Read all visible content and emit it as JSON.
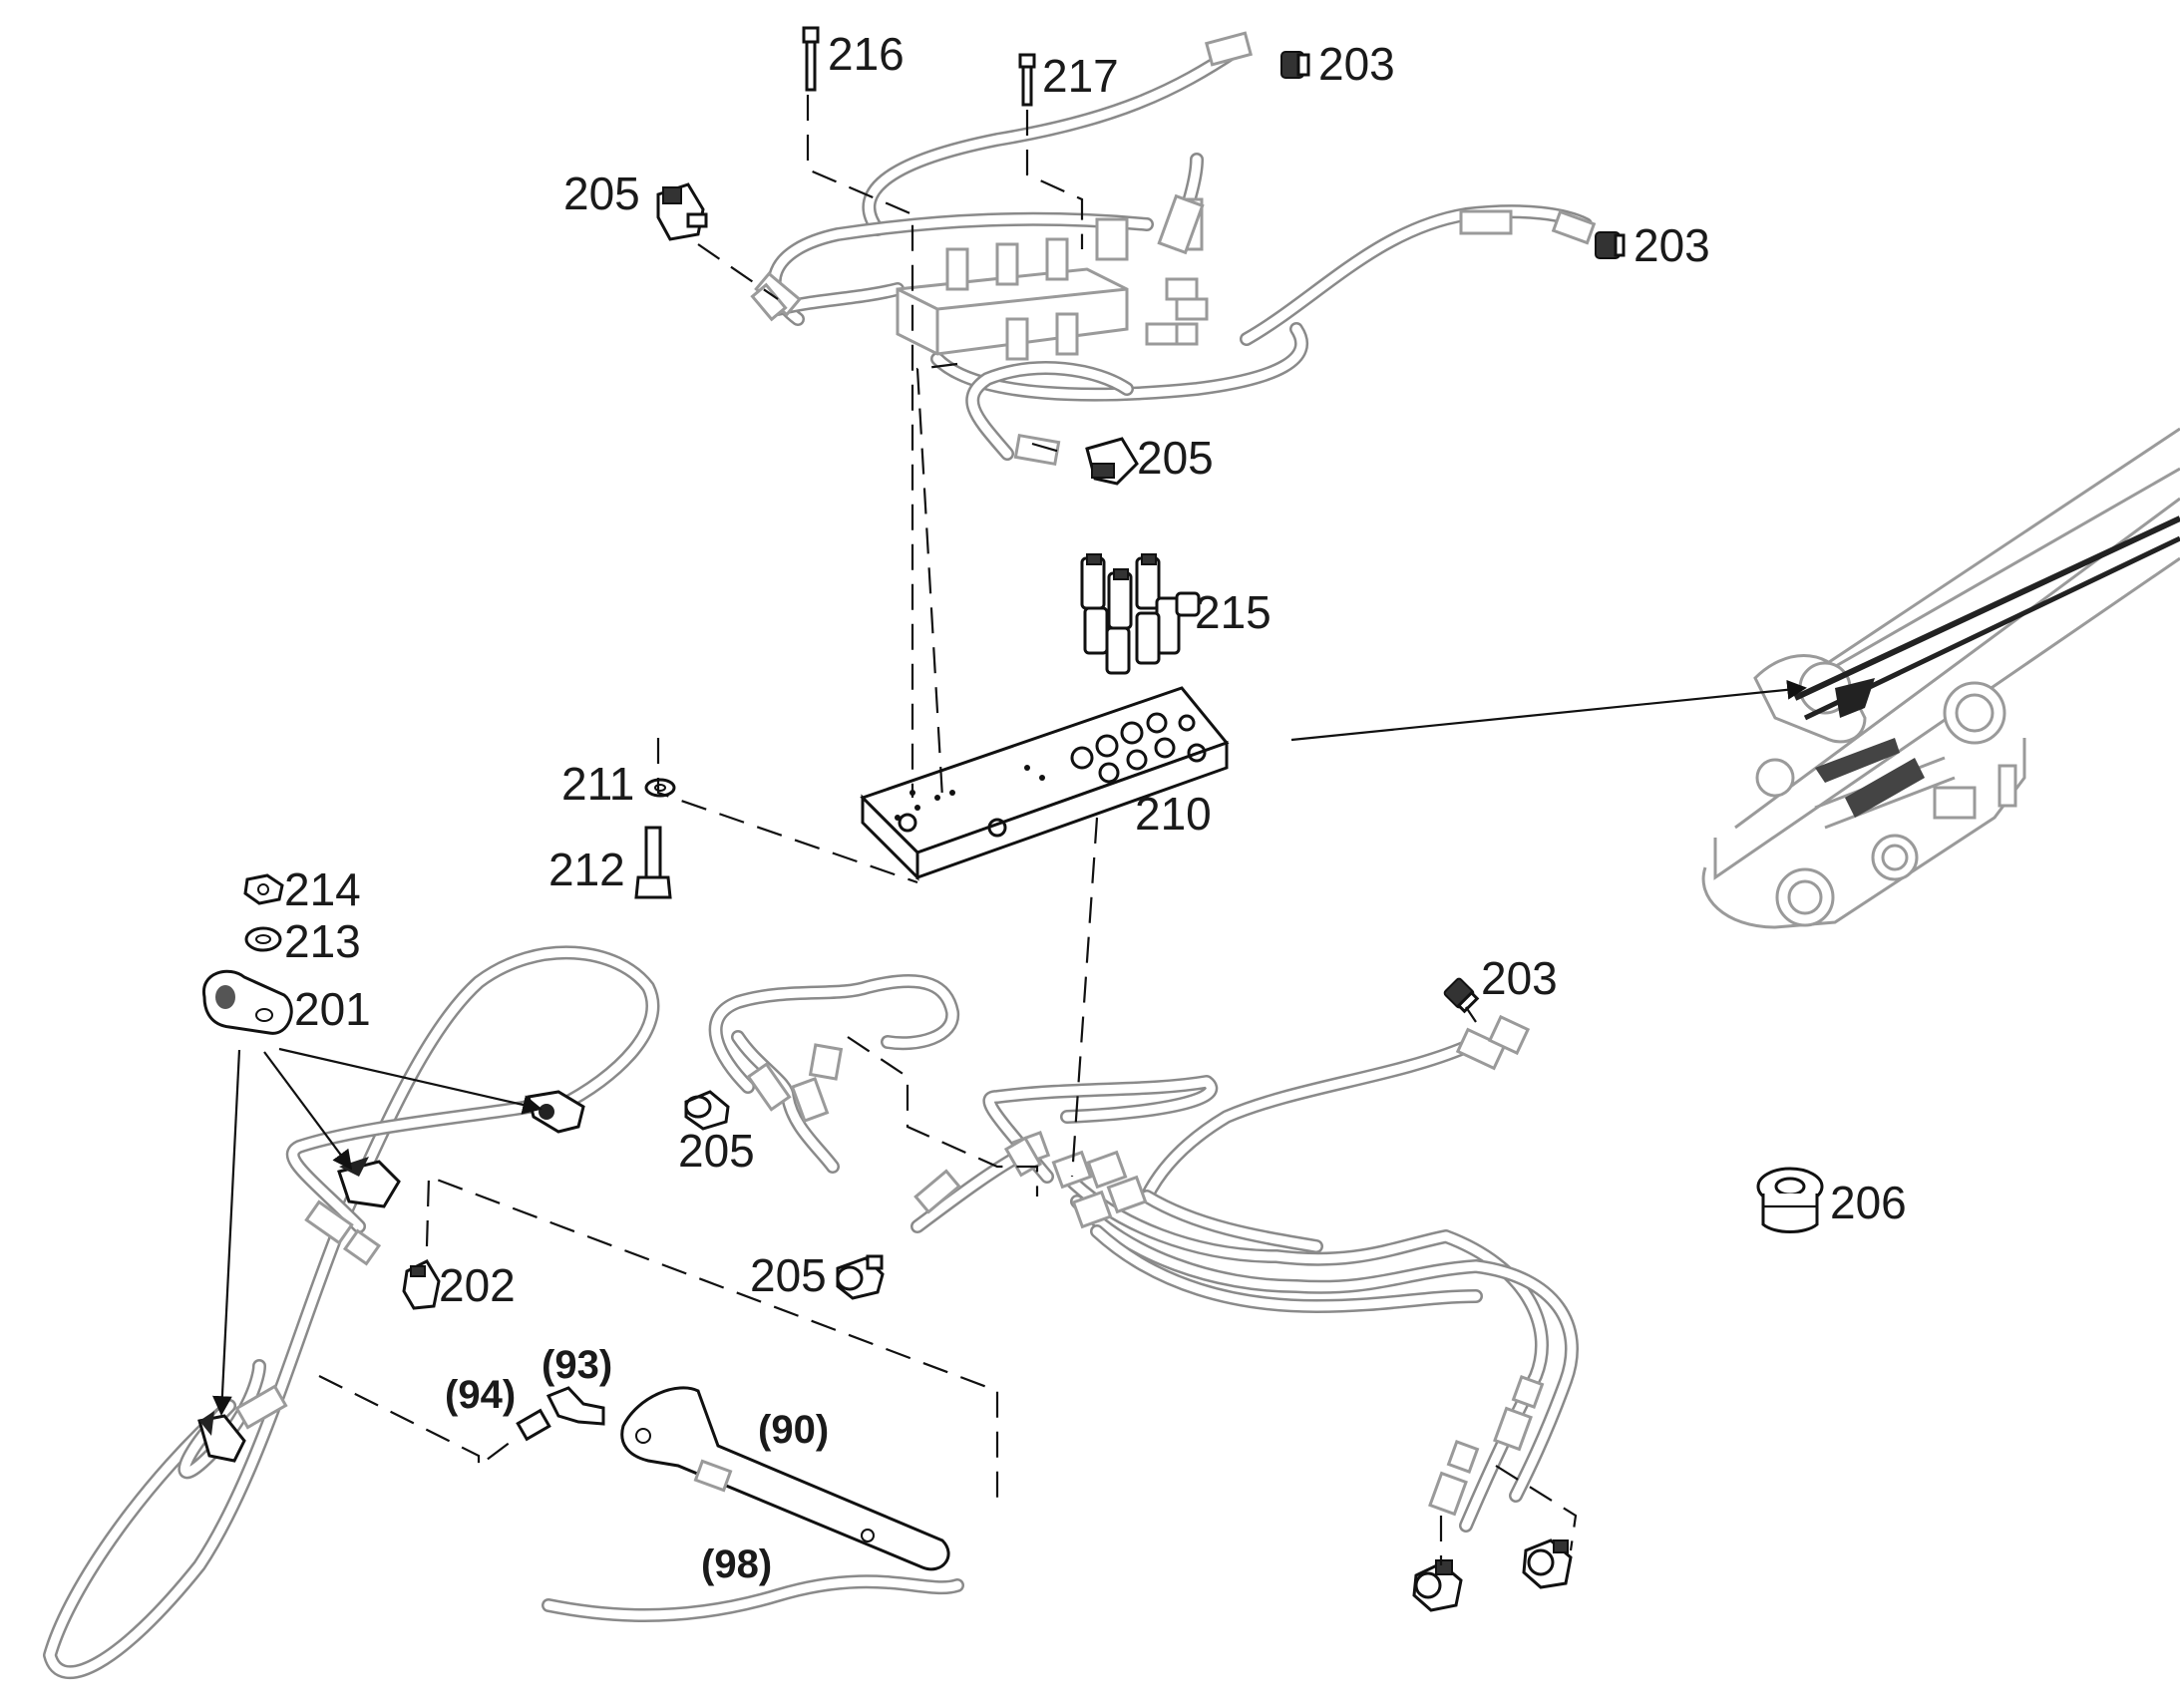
{
  "callouts": {
    "c216": "216",
    "c217": "217",
    "c203_top": "203",
    "c203_right": "203",
    "c203_mid": "203",
    "c205_topleft": "205",
    "c205_mid": "205",
    "c205_left": "205",
    "c205_center": "205",
    "c215": "215",
    "c210": "210",
    "c211": "211",
    "c212": "212",
    "c214": "214",
    "c213": "213",
    "c201": "201",
    "c202": "202",
    "c206": "206",
    "c93": "(93)",
    "c94": "(94)",
    "c90": "(90)",
    "c98": "(98)"
  }
}
